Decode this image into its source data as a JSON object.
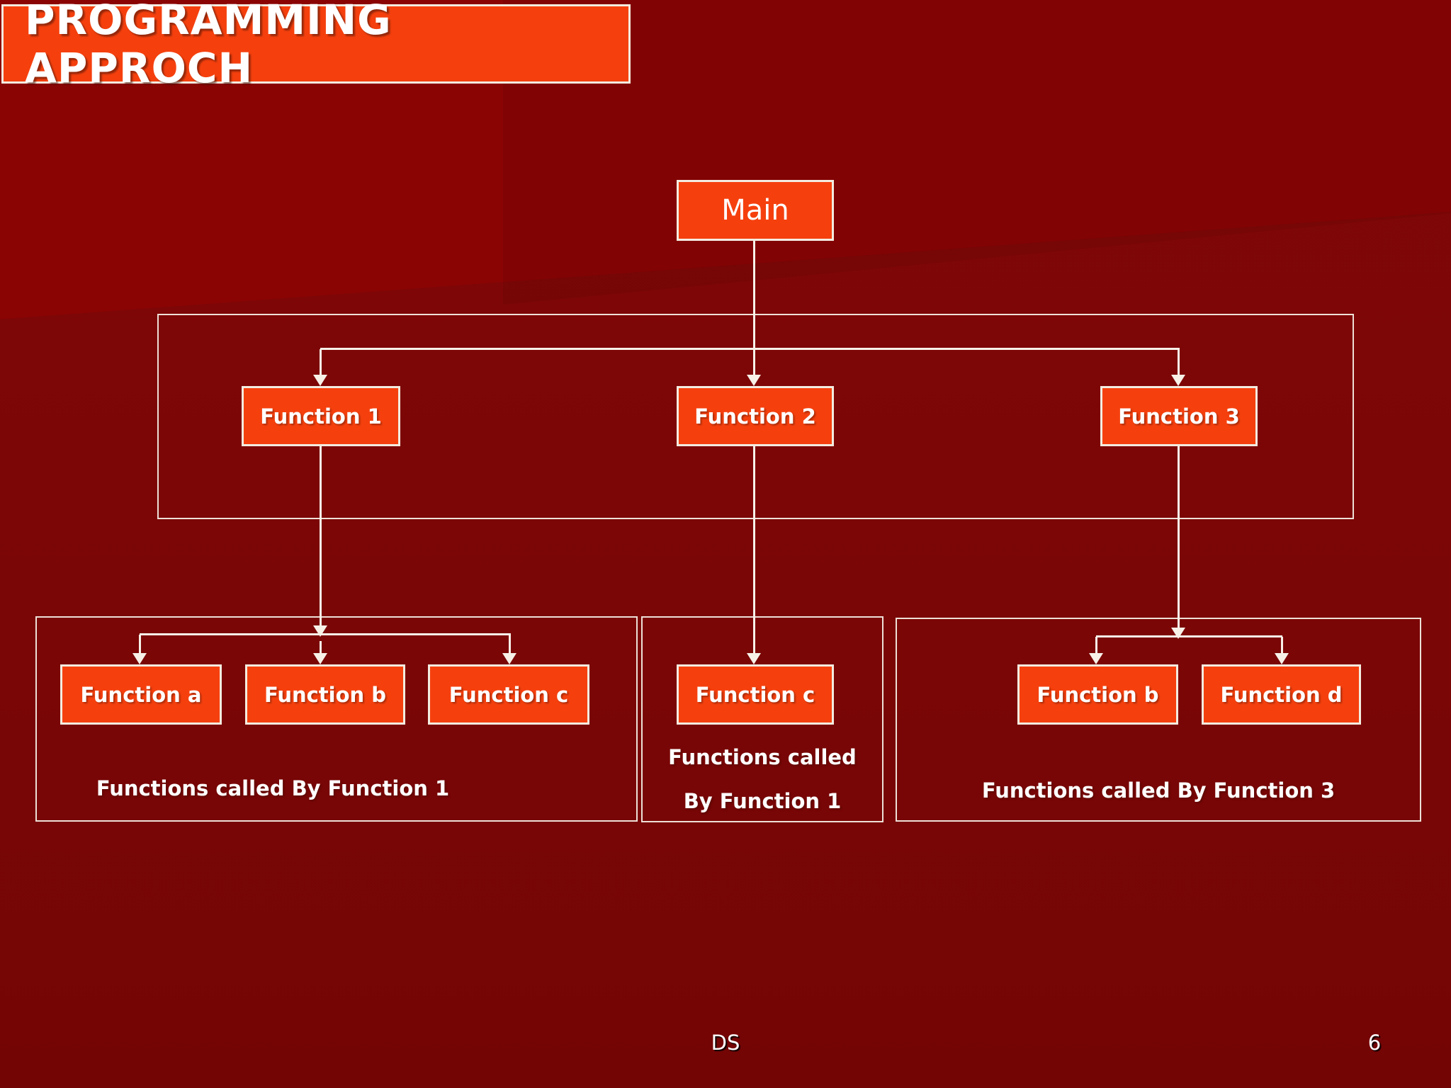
{
  "slide": {
    "title": "PROGRAMMING APPROCH",
    "footer_left": "DS",
    "page_number": "6"
  },
  "colors": {
    "background": "#7A0606",
    "background_light_band": "#8A0404",
    "node_fill": "#F5400E",
    "node_border": "#F3ECE0",
    "connector": "#F7F1E8",
    "text": "#FFFFFF"
  },
  "diagram": {
    "root": {
      "label": "Main"
    },
    "level1": [
      {
        "label": "Function 1"
      },
      {
        "label": "Function 2"
      },
      {
        "label": "Function 3"
      }
    ],
    "groups": [
      {
        "children": [
          {
            "label": "Function a"
          },
          {
            "label": "Function b"
          },
          {
            "label": "Function c"
          }
        ],
        "caption": "Functions called By Function 1"
      },
      {
        "children": [
          {
            "label": "Function c"
          }
        ],
        "caption_line1": "Functions called",
        "caption_line2": "By Function 1"
      },
      {
        "children": [
          {
            "label": "Function b"
          },
          {
            "label": "Function d"
          }
        ],
        "caption": "Functions called By Function 3"
      }
    ],
    "edges": [
      "Main -> Function 1",
      "Main -> Function 2",
      "Main -> Function 3",
      "Function 1 -> Function a",
      "Function 1 -> Function b",
      "Function 1 -> Function c",
      "Function 2 -> Function c",
      "Function 3 -> Function b",
      "Function 3 -> Function d"
    ]
  }
}
